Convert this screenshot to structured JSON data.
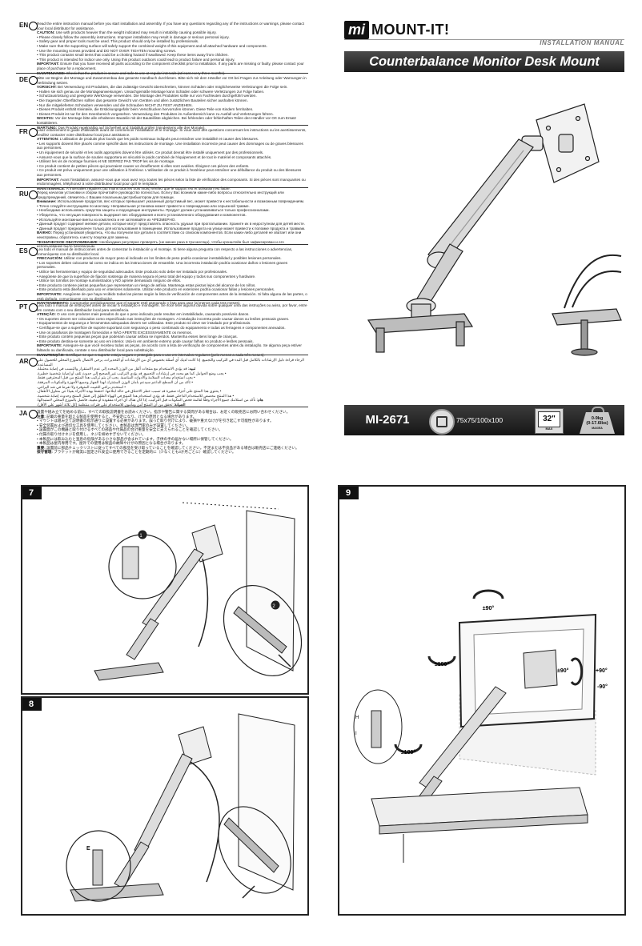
{
  "languages": [
    {
      "code": "EN",
      "lines": [
        {
          "t": "Read the entire instruction manual before you start installation and assembly. If you have any questions regarding any of the instructions or warnings, please contact your local distributor for assistance."
        },
        {
          "b": "CAUTION:",
          "t": " Use with products heavier than the weight indicated may result in instability causing possible injury."
        },
        {
          "t": "• Please closely follow the assembly instructions. Improper installation may result in damage or serious personal injury."
        },
        {
          "t": "• Safety gear and proper tools must be used. This product should only be installed by professionals."
        },
        {
          "t": "• Make sure that the supporting surface will safely support the combined weight of this equipment and all attached hardware and components."
        },
        {
          "t": "• Use the mounting screws provided and DO NOT OVER TIGHTEN mounting screws."
        },
        {
          "t": "• This product contains small items that could be a choking hazard if swallowed. Keep these items away from children."
        },
        {
          "t": "• This product is intended for indoor use only. Using this product outdoors could lead to product failure and personal injury."
        },
        {
          "b": "IMPORTANT:",
          "t": " Ensure that you have received all parts according to the component checklist prior to installation. If any parts are missing or faulty, please contact your place of purchase for a replacement."
        },
        {
          "b": "MAINTENANCE:",
          "t": " Check that the product is secure and safe to use at regular intervals (at least every three months)."
        }
      ]
    },
    {
      "code": "DE",
      "lines": [
        {
          "t": "Bitte vor Beginn der Montage und Zusammenbau das gesamte Handbuch durchlesen. Bitte sich mit dem Händler vor Ort bei Fragen zur Anleitung oder Warnungen in Verbindung setzen."
        },
        {
          "b": "VORSICHT:",
          "t": " Bei Verwendung mit Produkten, die das zulässige Gewicht überschreiten, können Schäden oder möglicherweise Verletzungen die Folge sein."
        },
        {
          "t": "• Halten sie sich genau an die Montageanweisungen. Unsachgemäße Montage kann Schäden oder schwere Verletzungen zur Folge haben."
        },
        {
          "t": "• Schutzausrüstung und geeignete Werkzeuge verwenden. Die Montage des Produktes sollte nur von Fachleuten durchgeführt werden."
        },
        {
          "t": "• Die tragenden Oberflächen sollten das gesamte Gewicht von Geräten und allen zusätzlichen Bauteilen sicher aushalten können."
        },
        {
          "t": "• Nur die mitgelieferten Schrauben verwenden und die Schrauben NICHT ZU FEST ANZIEHEN."
        },
        {
          "t": "• Dieses Produkt enthält Kleinteile, die Erstickungsgefahr beim Verschlucken hervorrufen können. Diese Teile von Kindern fernhalten."
        },
        {
          "t": "• Dieses Produkt ist nur für den Innenbereich vorgesehen. Verwendung des Produktes im Außenbereich kann zu Ausfall und Verletzungen führen."
        },
        {
          "b": "WICHTIG:",
          "t": " Vor der Montage bitte alle erhaltenen Bauteile mit der Bauteilliste abgleichen. Bei fehlenden oder fehlerhaften Teilen den Händler vor Ort zum Ersatz kontaktieren."
        },
        {
          "b": "WARTUNG:",
          "t": " Das Produkt regelmäßig auf Sicherheit und Stabilität prüfen (mindestens alle drei Monate)."
        }
      ]
    },
    {
      "code": "FR",
      "lines": [
        {
          "t": "Lisez entièrement le guide d'utilisation avant de commencer l'installation et le montage. Si vous avez des questions concernant les instructions ou les avertissements, veuillez contacter votre distributeur local pour assistance."
        },
        {
          "b": "ATTENTION:",
          "t": " L'utilisation de produits plus lourds que les poids nominaux indiqués peut entraîner une instabilité et causer des blessures."
        },
        {
          "t": "• Les supports doivent être placés comme spécifié dans les instructions de montage. Une installation incorrecte peut causer des dommages ou de graves blessures aux personnes."
        },
        {
          "t": "• Un équipement de sécurité et les outils appropriés doivent être utilisés. Ce produit devrait être installé uniquement par des professionnels."
        },
        {
          "t": "• Assurez-vous que la surface de soutien supportera en sécurité le poids combiné de l'équipement et de tout le matériel et composants attachés."
        },
        {
          "t": "• Utilisez les vis de montage fournies et NE SERREZ PAS TROP les vis de montage."
        },
        {
          "t": "• Ce produit contient de petites pièces qui pourraient causer un étouffement si elles sont avalées. Éloignez ces pièces des enfants."
        },
        {
          "t": "• Ce produit est prévu uniquement pour une utilisation à l'intérieur. L'utilisation de ce produit à l'extérieur peut entraîner une défaillance du produit ou des blessures aux personnes."
        },
        {
          "b": "IMPORTANT:",
          "t": " Avant l'installation, assurez-vous que vous avez reçu toutes les pièces selon la liste de vérification des composants. Si des pièces sont manquantes ou endommagées, téléphonez à votre distributeur local pour qu'il le remplace."
        },
        {
          "b": "MAINTENANCE:",
          "t": " À intervalles réguliers (au moins tous les trois mois) vérifiez que le support est et utilisation est fiable."
        }
      ]
    },
    {
      "code": "RU",
      "lines": [
        {
          "t": "Перед началом установки и сборки прочитайте руководство полностью. Если у Вас возникли какие-либо вопросы относительно инструкций или предупреждений, свяжитесь с Вашим локальным дистрибьютором для помощи."
        },
        {
          "b": "Внимание:",
          "t": " Использование продуктов, вес которых превышает указанный допустимый вес, может привести к нестабильности и возможным повреждениям."
        },
        {
          "t": "• Точно следуйте инструкциям по монтажу. Неправильная установка может привести к повреждению или серьезной травме."
        },
        {
          "t": "• Необходимо использовать средства защиты и подходящие инструменты. Продукт должен устанавливаться только профессионалами."
        },
        {
          "t": "• Убедитесь, что несущая поверхность выдержит вес оборудования и всего установленного оборудования и компонентов."
        },
        {
          "t": "• Используйте монтажные винты из комплекта и не затягивайте их ЧРЕЗМЕРНО."
        },
        {
          "t": "• Данный продукт содержит мелкие детали, которые могут представлять опасность удушья при проглатывании. Храните их в недоступном для детей месте."
        },
        {
          "t": "• Данный продукт предназначен только для использования в помещении. Использование продукта на улице может привести к поломке продукта и травмам."
        },
        {
          "b": "ВАЖНО:",
          "t": " Перед установкой убедитесь, что вы получили все детали в соответствии со списком компонентов. Если каких-либо деталей не хватает или они неисправны, обратитесь к месту покупки для замены."
        },
        {
          "b": "ТЕХНИЧЕСКОЕ ОБСЛУЖИВАНИЕ:",
          "t": " Необходимо регулярно проверять (не менее раза в три месяца), чтобы кронштейн был зафиксирован и его использование было безопасным."
        }
      ]
    },
    {
      "code": "ES",
      "lines": [
        {
          "t": "Lea todo el manual de instrucciones antes de comenzar la instalación y el montaje. Si tiene alguna pregunta con respecto a las instrucciones o advertencias, comuníquese con su distribuidor local."
        },
        {
          "b": "PRECAUCIÓN:",
          "t": " Utilizar con productos de mayor peso al indicado en los límites de peso podría ocasionar inestabilidad y posibles lesiones personales."
        },
        {
          "t": "• Los soportes deben colocarse tal como se indica en las instrucciones de ensamble. Una incorrecta instalación podría ocasionar daños o lesiones graves personales."
        },
        {
          "t": "• Utilice las herramientas y equipo de seguridad adecuados. Este producto solo debe ser instalado por profesionales."
        },
        {
          "t": "• Asegúrese de que la superficie de fijación sostenga de manera segura el peso total del equipo y todos sus componentes y hardware."
        },
        {
          "t": "• Utilice los tornillos de montaje suministrados y NO apriete demasiado ninguno de ellos."
        },
        {
          "t": "• Este producto contiene piezas pequeñas que representan un riesgo de asfixia. Mantenga estas piezas lejos del alcance de los niños."
        },
        {
          "t": "• Este producto está diseñado para uso en interiores solamente. Utilizar este producto en exteriores podría ocasionar fallas y lesiones personales."
        },
        {
          "b": "IMPORTANTE:",
          "t": " Asegúrese de que haya recibido todas las piezas según la lista de verificación de componentes antes de la instalación. Si falta alguna de las partes, o está dañada, comuníquese con su distribuidor."
        },
        {
          "b": "MANTENIMIENTO:",
          "t": " Compruebe periódicamente que el soporte esté asegurado y listo para usar (al menos cada tres meses)."
        }
      ]
    },
    {
      "code": "PT",
      "lines": [
        {
          "t": "Leia todo o manual de instruções antes de iniciar a instalação e montagem. Se você tiver alguma dúvida sobre qualquer uma das instruções ou aviso, por favor, entre em contato com o seu distribuidor local para assistência."
        },
        {
          "b": "ATENÇÃO:",
          "t": " O uso com produtos mais pesados do que o peso indicado pode resultar em instabilidade, causando possíveis danos."
        },
        {
          "t": "• Os suportes devem ser colocados como especificado nas instruções de montagem. A instalação incorreta pode causar danos ou lesões pessoais graves."
        },
        {
          "t": "• Equipamentos de segurança e ferramentas adequadas devem ser utilizadas. Este produto só deve ser instalado por profissionais."
        },
        {
          "t": "• Certifique-se que a superfície de suporte suportará com segurança o peso combinado do equipamento e todas as ferragens e componentes anexados."
        },
        {
          "t": "• Use os parafusos de montagem fornecidos e NÃO APERTE EXCESSIVAMENTE os mesmos."
        },
        {
          "t": "• Este produto contém pequenas peças que poderiam causar asfixia se ingeridos. Mantenha esses itens longe de crianças."
        },
        {
          "t": "• Este produto destina-se somente ao uso em interior. Usá-lo em ambiente externo pode causar falhas no produto e lesões pessoais."
        },
        {
          "b": "IMPORTANTE:",
          "t": " Assegure-se que você recebeu todas as peças, de acordo com a lista de verificação de componentes antes da instalação. Se alguma peça estiver faltando ou danificada, contate o seu distribuidor local para substituição."
        },
        {
          "b": "MANUTENÇÃO:",
          "t": " Certifique-se que o suporte esteja seguro e protegido para o uso em intervalos regulares (pelo menos a cada três meses)."
        }
      ]
    },
    {
      "code": "AR",
      "rtl": true,
      "lines": [
        {
          "t": "الرجاء قراءة دليل الإرشادات بالكامل قبل البدء في التركيب والتجميع. إذا كانت لديك أي أسئلة بخصوص أي من الإرشادات أو التحذيرات، يرجى الاتصال بالموزع المحلي للحصول على المساعدة."
        },
        {
          "b": "تنبيه:",
          "t": " قد يؤدي الاستخدام مع منتجات أثقل من الوزن المحدد إلى عدم الاستقرار والتسبب في إصابة محتملة."
        },
        {
          "t": "• يجب وضع الحوامل كما هو محدد في إرشادات التجميع. قد يؤدي التركيب غير الصحيح إلى حدوث تلف أو إصابة شخصية خطيرة."
        },
        {
          "t": "• يجب استخدام معدات السلامة والأدوات المناسبة. يجب أن يتم تركيب هذا المنتج من قبل المحترفين فقط."
        },
        {
          "t": "• تأكد من أن السطح الداعم سيدعم بأمان الوزن المشترك لهذا الجهاز وجميع الأجهزة والمكونات المرفقة."
        },
        {
          "t": "• استخدم براغي التثبيت المتوفرة ولا تفرط في شد البراغي."
        },
        {
          "t": "• يحتوي هذا المنتج على أجزاء صغيرة قد تسبب خطر الاختناق في حالة ابتلاعها. احتفظ بهذه الأجزاء بعيدًا عن متناول الأطفال."
        },
        {
          "t": "• هذا المنتج مخصص للاستخدام الداخلي فقط. قد يؤدي استخدام هذا المنتج في الهواء الطلق إلى فشل المنتج وحدوث إصابة شخصية."
        },
        {
          "b": "هام:",
          "t": " تأكد من استلامك جميع الأجزاء وفقًا لقائمة فحص المكونات قبل التركيب. إذا كان هناك أي أجزاء مفقودة أو معيبة، فاتصل بالموزع المحلي لاستبدالها."
        },
        {
          "b": "الصيانة:",
          "t": " تحقق من أن المنتج آمن ومأمون للاستخدام على فترات منتظمة (كل ثلاثة أشهر على الأقل)."
        }
      ]
    },
    {
      "code": "JA",
      "lines": [
        {
          "t": "設置や組み立てを始める前に、すべての取扱説明書をお読みください。指示や警告に関する質問がある場合は、お近くの販売店にお問い合わせください。"
        },
        {
          "b": "注意:",
          "t": " 記載の重量を超える製品を使用すると、不安定になり、けがの原因となる場合があります。"
        },
        {
          "t": "• マウントは組み立て説明書の指示通りに設置する必要があります。誤った取り付けにより、破損や重大なけがを引き起こす可能性があります。"
        },
        {
          "t": "• 安全装置および適切な工具を使用してください。本製品は専門家のみが設置してください。"
        },
        {
          "t": "• 設置面がこの機器と取り付けるすべての部品や付属品の合計重量を安全に支えられることを確認してください。"
        },
        {
          "t": "• 付属の取り付けネジを使用し、ネジを締めすぎないでください。"
        },
        {
          "t": "• 本製品には飲み込むと窒息の危険がある小さな部品が含まれています。子供の手の届かない場所に保管してください。"
        },
        {
          "t": "• 本製品は屋内専用です。屋外での使用は製品の故障やけがの原因となる場合があります。"
        },
        {
          "b": "重要:",
          "t": " 設置前に部品チェックリストに従ってすべての部品を受け取っていることを確認してください。不足または不良品がある場合は販売店にご連絡ください。"
        },
        {
          "b": "保守管理:",
          "t": " ブラケットが確実に固定され安全に使用できることを定期的に（少なくとも3か月ごとに）確認してください。"
        }
      ]
    }
  ],
  "header": {
    "logo_mark": "mi",
    "brand": "MOUNT-IT!",
    "manual_label": "INSTALLATION MANUAL",
    "product_title": "Counterbalance Monitor Desk Mount"
  },
  "specs": {
    "model": "MI-2671",
    "vesa": "75x75/100x100",
    "screen_size": "32\"",
    "screen_note": "MAX",
    "weight_line1": "0-9kg",
    "weight_line2": "(0-17.6lbs)",
    "weight_note": "MAX/EA"
  },
  "steps": [
    {
      "number": "7",
      "callouts": [
        "1",
        "2"
      ]
    },
    {
      "number": "8",
      "callouts": [
        "E"
      ]
    },
    {
      "number": "9",
      "callouts": [
        "±90°",
        "+90°",
        "-90°",
        "±90°",
        "±180°",
        "±180°",
        "H",
        "I"
      ]
    }
  ],
  "colors": {
    "band_dark": "#1e1e1e",
    "accent_grey": "#8a8a8a"
  }
}
